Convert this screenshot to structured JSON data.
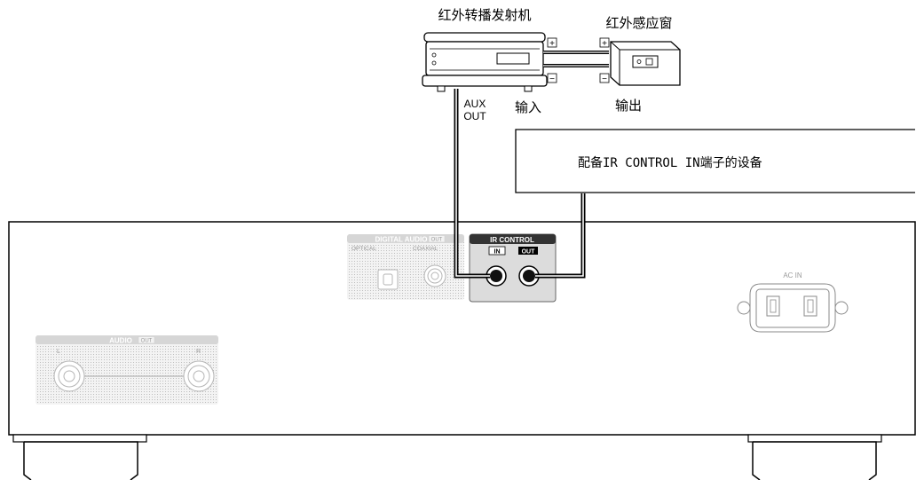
{
  "devices": {
    "transmitter_label": "红外转播发射机",
    "sensor_label": "红外感应窗",
    "aux_out_line1": "AUX",
    "aux_out_line2": "OUT",
    "input_label": "输入",
    "output_label": "输出",
    "ir_device_label": "配备IR CONTROL IN端子的设备",
    "plus_sign": "+",
    "minus_sign": "−"
  },
  "rear_panel": {
    "digital_audio_title": "DIGITAL AUDIO",
    "digital_audio_badge": "OUT",
    "optical_label": "OPTICAL",
    "coaxial_label": "COAXIAL",
    "ir_control_title": "IR CONTROL",
    "ir_in_label": "IN",
    "ir_out_label": "OUT",
    "ac_in_label": "AC IN",
    "audio_title": "AUDIO",
    "audio_badge": "OUT",
    "audio_left": "L",
    "audio_right": "R"
  }
}
